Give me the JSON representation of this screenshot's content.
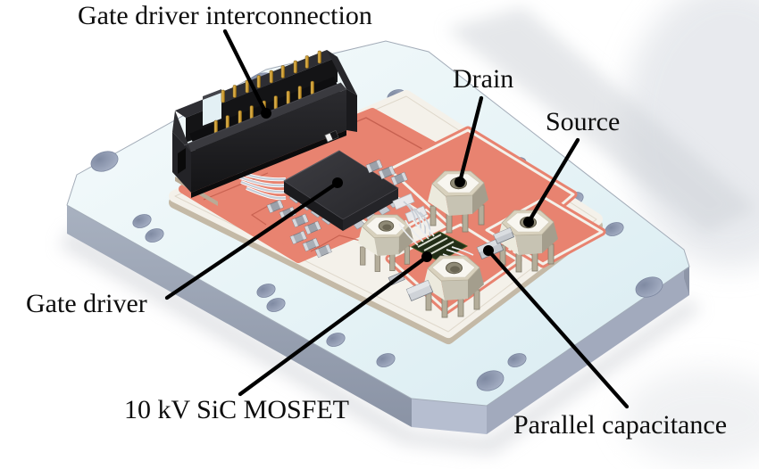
{
  "annotations": {
    "interconnection": {
      "label": "Gate driver interconnection"
    },
    "drain": {
      "label": "Drain"
    },
    "source": {
      "label": "Source"
    },
    "gate_driver": {
      "label": "Gate driver"
    },
    "mosfet": {
      "label": "10 kV SiC MOSFET"
    },
    "parallel_capacitance": {
      "label": "Parallel capacitance"
    }
  },
  "colors": {
    "baseplate_top": "#e8f4f7",
    "baseplate_side": "#9aa3b3",
    "pcb_copper": "#e88370",
    "ceramic_white": "#f4f1ea",
    "connector_black": "#1f1f23",
    "pin_gold": "#d7a73e",
    "terminal_beige": "#e9e6da",
    "die_green": "#25311a",
    "annotation_line": "#000000"
  }
}
